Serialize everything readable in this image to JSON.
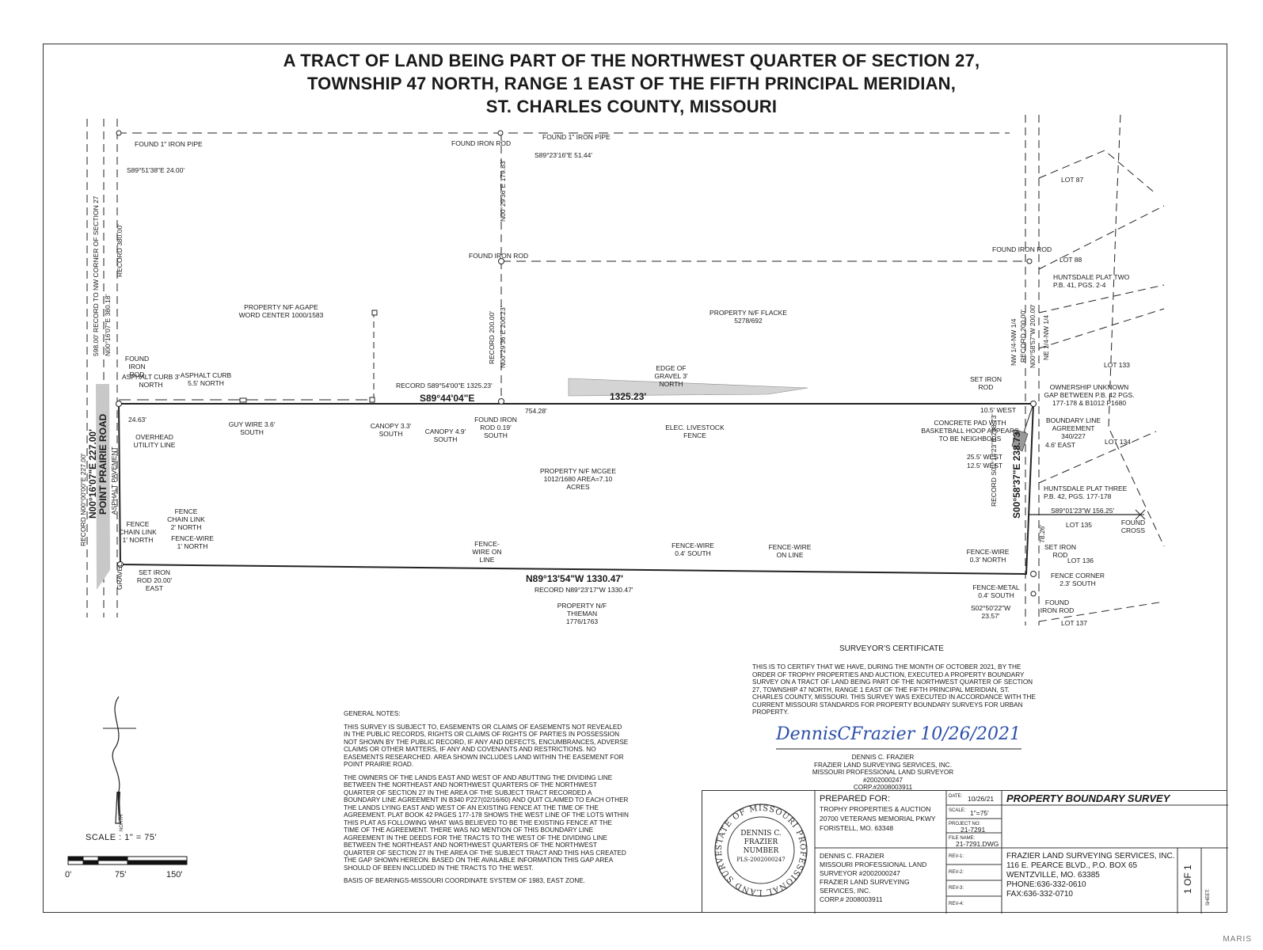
{
  "title": {
    "line1": "A TRACT OF LAND BEING PART OF THE NORTHWEST QUARTER OF SECTION 27,",
    "line2": "TOWNSHIP 47 NORTH, RANGE 1 EAST OF THE FIFTH PRINCIPAL MERIDIAN,",
    "line3": "ST. CHARLES COUNTY, MISSOURI"
  },
  "labels": {
    "found_pipe_nw": "FOUND 1\" IRON PIPE",
    "brg_nw": "S89°51'38\"E 24.00'",
    "found_rod_top": "FOUND IRON ROD",
    "found_pipe_top": "FOUND 1\" IRON PIPE",
    "brg_top": "S89°23'16\"E 51.44'",
    "brg_mid_vert": "N00°29'36\"E 179.83'",
    "found_rod_mid": "FOUND IRON ROD",
    "found_rod_ne": "FOUND IRON ROD",
    "west_road_vert": "598.00' RECORD TO NW CORNER OF SECTION 27",
    "west_rec_vert": "N00°16'07\"E 380.18'",
    "west_rec2_vert": "RECORD 380.00'",
    "agape": "PROPERTY N/F AGAPE WORD CENTER 1000/1583",
    "flacke": "PROPERTY N/F FLACKE 5278/692",
    "center_rec_vert": "RECORD 200.00'",
    "center_brg_vert": "N00°29'36\"E 200.23'",
    "ne_vert1": "NW 1/4-NW 1/4",
    "ne_vert2": "RECORD 200.00'",
    "ne_vert3": "N00°58'57\"W 200.00'",
    "ne_vert4": "NE 1/4-NW 1/4",
    "lot87": "LOT 87",
    "lot88": "LOT 88",
    "huntsdale2": "HUNTSDALE PLAT TWO P.B. 41, PGS. 2-4",
    "lot133": "LOT 133",
    "ownership": "OWNERSHIP UNKNOWN GAP BETWEEN P.B. 42 PGS. 177-178 & B1012 P1680",
    "bla": "BOUNDARY LINE AGREEMENT 340/227",
    "east46": "4.6' EAST",
    "lot134": "LOT 134",
    "huntsdale3": "HUNTSDALE PLAT THREE P.B. 42, PGS. 177-178",
    "brg_cross": "S89°01'23\"W 156.25'",
    "lot135": "LOT 135",
    "found_cross": "FOUND CROSS",
    "dist7826": "78.26'",
    "set_rod_se": "SET IRON ROD",
    "lot136": "LOT 136",
    "fence_corner": "FENCE CORNER 2.3' SOUTH",
    "found_rod_se": "FOUND IRON ROD",
    "lot137": "LOT 137",
    "found_rod_w": "FOUND IRON ROD",
    "asphalt3": "ASPHALT CURB 3' NORTH",
    "asphalt55": "ASPHALT CURB 5.5' NORTH",
    "rec_north": "RECORD S89°54'00\"E 1325.23'",
    "brg_north": "S89°44'04\"E",
    "gravel": "EDGE OF GRAVEL 3' NORTH",
    "dist_north": "1325.23'",
    "set_rod_ne": "SET IRON ROD",
    "west105": "10.5' WEST",
    "d2463": "24.63'",
    "guy": "GUY WIRE 3.6' SOUTH",
    "overhead": "OVERHEAD UTILITY LINE",
    "canopy1": "CANOPY 3.3' SOUTH",
    "canopy2": "CANOPY 4.9' SOUTH",
    "found_rod_019": "FOUND IRON ROD 0.19' SOUTH",
    "d75428": "754.28'",
    "elec": "ELEC. LIVESTOCK FENCE",
    "concrete": "CONCRETE PAD WITH BASKETBALL HOOP APPEARS TO BE NEIGHBORS",
    "west255": "25.5' WEST",
    "west125": "12.5' WEST",
    "east_rec_vert": "RECORD S01°14'23\"E 238.73'",
    "east_brg_vert": "S00°58'37\"E 238.73'",
    "mcgee": "PROPERTY N/F McGEE 1012/1680 AREA=7.10 ACRES",
    "road_rec_vert": "RECORD N00°00'00\"E 227.00'",
    "road_brg_vert": "N00°16'07\"E 227.00'",
    "road_name_vert": "POINT PRAIRIE ROAD",
    "asphalt_pav_vert": "ASPHALT PAVEMENT",
    "fence_cl1": "FENCE CHAIN LINK 1' NORTH",
    "fence_cl2": "FENCE CHAIN LINK 2' NORTH",
    "fence_wire1": "FENCE-WIRE 1' NORTH",
    "set_rod_sw": "SET IRON ROD 20.00' EAST",
    "gravel_vert": "GRAVEL",
    "fw_online1": "FENCE-WIRE ON LINE",
    "fw_04s": "FENCE-WIRE 0.4' SOUTH",
    "fw_online2": "FENCE-WIRE ON LINE",
    "fw_03n": "FENCE-WIRE 0.3' NORTH",
    "brg_south": "N89°13'54\"W   1330.47'",
    "rec_south": "RECORD N89°23'17\"W 1330.47'",
    "thieman": "PROPERTY N/F THIEMAN 1776/1763",
    "fence_metal": "FENCE-METAL 0.4' SOUTH",
    "brg_se": "S02°50'22\"W 23.57'",
    "north_arrow": "NORTH"
  },
  "notes": {
    "heading": "GENERAL NOTES:",
    "p1": "THIS SURVEY IS SUBJECT TO, EASEMENTS OR CLAIMS OF EASEMENTS NOT REVEALED IN THE PUBLIC RECORDS, RIGHTS OR CLAIMS OF RIGHTS OF PARTIES IN POSSESSION NOT SHOWN BY THE PUBLIC RECORD, IF ANY AND DEFECTS, ENCUMBRANCES, ADVERSE CLAIMS OR OTHER MATTERS, IF ANY AND COVENANTS AND RESTRICTIONS. NO EASEMENTS RESEARCHED. AREA SHOWN INCLUDES LAND WITHIN THE EASEMENT FOR POINT PRAIRIE ROAD.",
    "p2": "THE OWNERS OF THE LANDS EAST AND WEST OF AND ABUTTING THE DIVIDING LINE BETWEEN THE NORTHEAST AND NORTHWEST QUARTERS OF THE NORTHWEST QUARTER OF SECTION 27 IN THE AREA OF THE SUBJECT TRACT RECORDED A BOUNDARY LINE AGREEMENT IN B340 P227(02/16/60) AND QUIT CLAIMED TO EACH OTHER THE LANDS LYING EAST AND WEST OF AN EXISTING FENCE AT THE TIME OF THE AGREEMENT. PLAT BOOK 42 PAGES 177-178 SHOWS THE WEST LINE OF THE LOTS WITHIN THIS PLAT AS FOLLOWING WHAT WAS BELIEVED TO BE THE EXISTING FENCE AT THE TIME OF THE AGREEMENT. THERE WAS NO MENTION OF THIS BOUNDARY LINE AGREEMENT IN THE DEEDS FOR THE TRACTS TO THE WEST OF THE DIVIDING LINE BETWEEN THE NORTHEAST AND NORTHWEST QUARTERS OF THE NORTHWEST QUARTER OF SECTION 27 IN THE AREA OF THE SUBJECT TRACT AND THIS HAS CREATED THE GAP SHOWN HEREON. BASED ON THE AVAILABLE INFORMATION THIS GAP AREA SHOULD OF BEEN INCLUDED IN THE TRACTS TO THE WEST.",
    "p3": "BASIS OF BEARINGS-MISSOURI COORDINATE SYSTEM OF 1983, EAST ZONE."
  },
  "certificate": {
    "heading": "SURVEYOR'S CERTIFICATE",
    "body": "THIS IS TO CERTIFY THAT WE HAVE, DURING THE MONTH OF OCTOBER 2021, BY THE ORDER OF TROPHY PROPERTIES AND AUCTION, EXECUTED A PROPERTY BOUNDARY SURVEY ON A TRACT OF LAND BEING PART OF THE NORTHWEST QUARTER OF SECTION 27, TOWNSHIP 47 NORTH, RANGE 1 EAST OF THE FIFTH PRINCIPAL MERIDIAN, ST. CHARLES COUNTY, MISSOURI. THIS SURVEY WAS EXECUTED IN ACCORDANCE WITH THE CURRENT MISSOURI STANDARDS FOR PROPERTY BOUNDARY SURVEYS FOR URBAN PROPERTY.",
    "signature": "DennisCFrazier 10/26/2021",
    "name": "DENNIS C. FRAZIER",
    "company": "FRAZIER LAND SURVEYING SERVICES, INC.",
    "license": "MISSOURI PROFESSIONAL LAND SURVEYOR #2002000247",
    "corp": "CORP.#2008003911"
  },
  "seal": {
    "ring": "STATE OF MISSOURI PROFESSIONAL LAND SURVEYOR",
    "line1": "DENNIS C.",
    "line2": "FRAZIER",
    "line3": "NUMBER",
    "line4": "PLS-2002000247"
  },
  "titleblock": {
    "prepared_for_label": "PREPARED FOR:",
    "client1": "TROPHY PROPERTIES & AUCTION",
    "client2": "20700 VETERANS MEMORIAL PKWY",
    "client3": "FORISTELL, MO. 63348",
    "date_label": "DATE:",
    "date": "10/26/21",
    "scale_label": "SCALE:",
    "scale": "1\"=75'",
    "project_label": "PROJECT NO:",
    "project": "21-7291",
    "file_label": "FILE NAME:",
    "file": "21-7291.DWG",
    "survey_type": "PROPERTY BOUNDARY SURVEY",
    "surveyor1": "DENNIS C. FRAZIER",
    "surveyor2": "MISSOURI PROFESSIONAL LAND",
    "surveyor3": "SURVEYOR #2002000247",
    "surveyor4": "FRAZIER LAND SURVEYING",
    "surveyor5": "SERVICES, INC.",
    "surveyor6": "CORP.# 2008003911",
    "rev1": "REV-1:",
    "rev2": "REV-2:",
    "rev3": "REV-3:",
    "rev4": "REV-4:",
    "firm1": "FRAZIER LAND SURVEYING SERVICES, INC.",
    "firm2": "116 E. PEARCE BLVD., P.O. BOX 65",
    "firm3": "WENTZVILLE, MO. 63385",
    "firm4": "PHONE:636-332-0610",
    "firm5": "FAX:636-332-0710",
    "sheet": "1 OF 1",
    "sheet_label": "SHEET:"
  },
  "scalebar": {
    "label": "SCALE : 1\" = 75'",
    "t0": "0'",
    "t1": "75'",
    "t2": "150'"
  },
  "watermark": "MARIS",
  "colors": {
    "ink": "#1a1a1a",
    "signature": "#2b4fa8",
    "shade": "#c8c8c8"
  }
}
